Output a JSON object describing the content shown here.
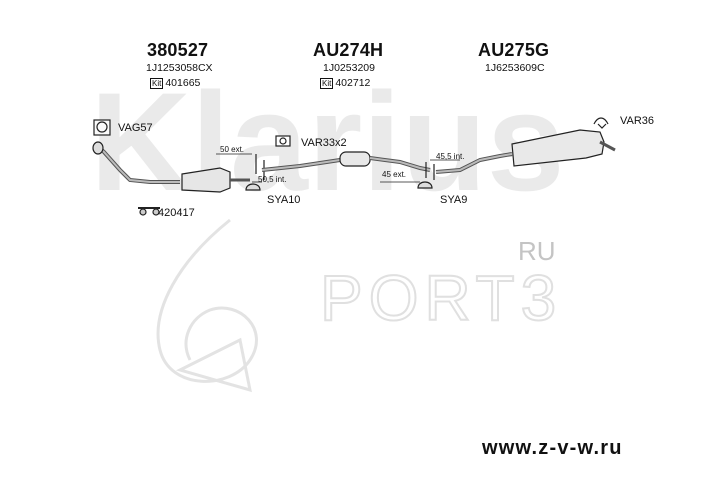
{
  "parts": [
    {
      "title": "380527",
      "code": "1J1253058CX",
      "kit_label": "Kit",
      "kit_no": "401665"
    },
    {
      "title": "AU274H",
      "code": "1J0253209",
      "kit_label": "Kit",
      "kit_no": "402712"
    },
    {
      "title": "AU275G",
      "code": "1J6253609C"
    }
  ],
  "labels": {
    "vag57": "VAG57",
    "var33": "VAR33x2",
    "var36": "VAR36",
    "sya10": "SYA10",
    "sya9": "SYA9",
    "c420417": "420417",
    "ext50": "50 ext.",
    "int50_5": "50,5 int.",
    "int45_5": "45,5 int.",
    "ext45": "45 ext."
  },
  "watermark": {
    "brand": "Klarius",
    "ru": "RU",
    "port": "PORT3"
  },
  "footer": {
    "url": "www.z-v-w.ru"
  }
}
